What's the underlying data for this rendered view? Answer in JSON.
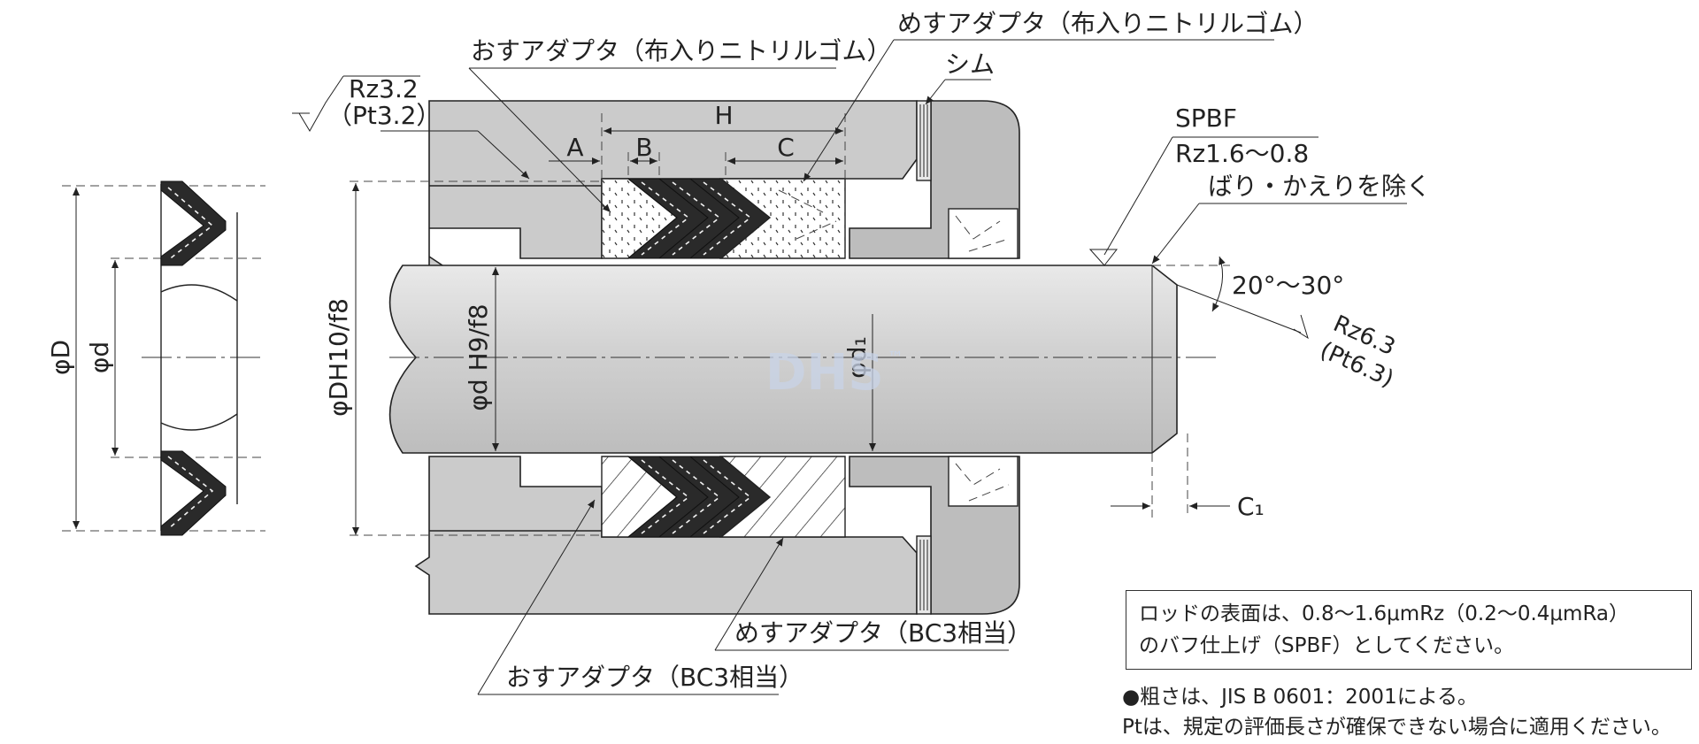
{
  "labels": {
    "male_adapter_fabric": "おすアダプタ（布入りニトリルゴム）",
    "female_adapter_fabric": "めすアダプタ（布入りニトリルゴム）",
    "shim": "シム",
    "spbf": "SPBF",
    "rz_rod": "Rz1.6〜0.8",
    "deburr": "ばり・かえりを除く",
    "rz_bore": "Rz3.2",
    "pt_bore": "（Pt3.2）",
    "angle": "20°〜30°",
    "rz_chamfer": "Rz6.3",
    "pt_chamfer": "(Pt6.3)",
    "female_adapter_bc3": "めすアダプタ（BC3相当）",
    "male_adapter_bc3": "おすアダプタ（BC3相当）"
  },
  "dimensions": {
    "A": "A",
    "B": "B",
    "H": "H",
    "C": "C",
    "phiD": "φD",
    "phid": "φd",
    "phiD_fit": "φDH10/f8",
    "phid_fit": "φd H9/f8",
    "phid1": "φd₁",
    "C1": "C₁"
  },
  "watermark": {
    "text": "DHS",
    "tm": "™"
  },
  "note": {
    "line1": "ロッドの表面は、0.8〜1.6μmRz（0.2〜0.4μmRa）",
    "line2": "のバフ仕上げ（SPBF）としてください。"
  },
  "footnotes": {
    "line1": "●粗さは、JIS B 0601：2001による。",
    "line2": "Ptは、規定の評価長さが確保できない場合に適用ください。"
  }
}
